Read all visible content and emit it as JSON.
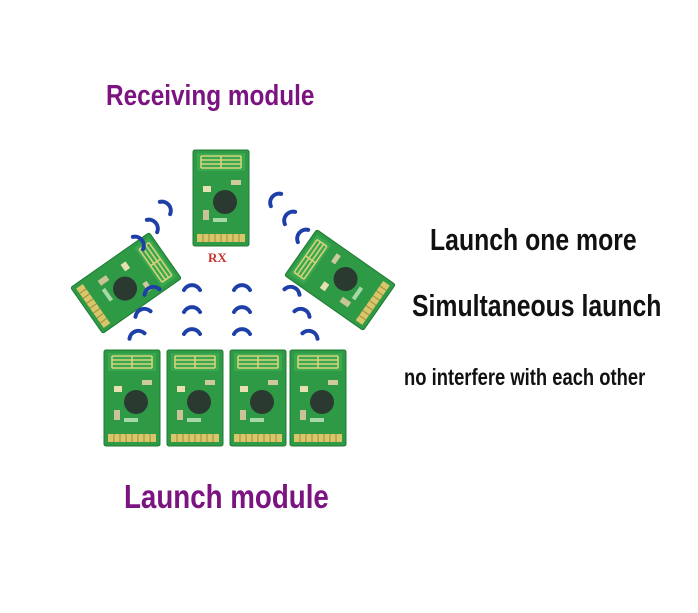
{
  "labels": {
    "receiving_module": "Receiving module",
    "launch_module": "Launch module",
    "rx": "RX"
  },
  "features": [
    "Launch one more",
    "Simultaneous launch",
    "no interfere with each other"
  ],
  "colors": {
    "title": "#7b1380",
    "text": "#111111",
    "rx_label": "#c8322e",
    "board": "#2f9a45",
    "board_dark": "#1f7a33",
    "antenna": "#d7d27a",
    "chip": "#2b3a30",
    "signal": "#1f3fa8"
  },
  "icons": {
    "signal": "signal-wave-icon",
    "module": "rf-module-board"
  }
}
